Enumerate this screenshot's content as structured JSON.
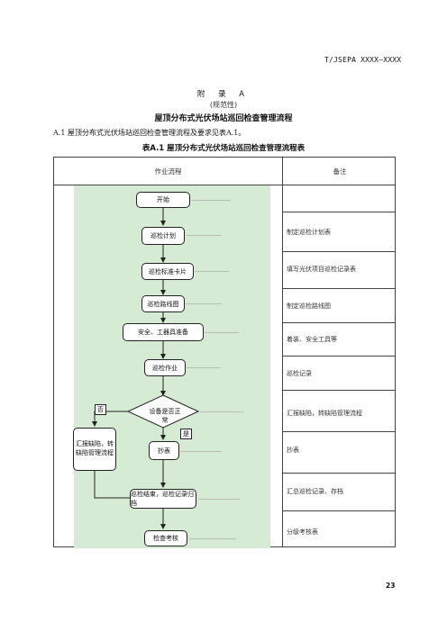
{
  "header": {
    "standard_code": "T/JSEPA XXXX—XXXX"
  },
  "appendix": {
    "label": "附 录 A",
    "normative": "(规范性)",
    "title": "屋顶分布式光伏场站巡回检查管理流程"
  },
  "section": {
    "text": "A.1 屋顶分布式光伏场站巡回检查管理流程及要求见表A.1。"
  },
  "table": {
    "caption": "表A.1 屋顶分布式光伏场站巡回检查管理流程表",
    "headers": [
      "作业流程",
      "备注"
    ],
    "notes": [
      "制定巡检计划表",
      "填写光伏项目巡检记录表",
      "制定巡检路线图",
      "着装、安全工具等",
      "巡检记录",
      "汇报缺陷，转缺陷管理流程",
      "抄表",
      "汇总巡检记录、存档",
      "分级考核表"
    ]
  },
  "flowchart": {
    "start": "开始",
    "plan": "巡检计划",
    "card": "巡检标准卡片",
    "route": "巡检路线图",
    "safety": "安全、工器具准备",
    "work": "巡检作业",
    "decision": "设备是否正常",
    "no_label": "否",
    "yes_label": "是",
    "defect": "汇报缺陷，转缺陷管理流程",
    "meter": "抄表",
    "end_work": "巡检结束，巡检记录归档",
    "assessment": "检查考核"
  },
  "page_number": "23"
}
